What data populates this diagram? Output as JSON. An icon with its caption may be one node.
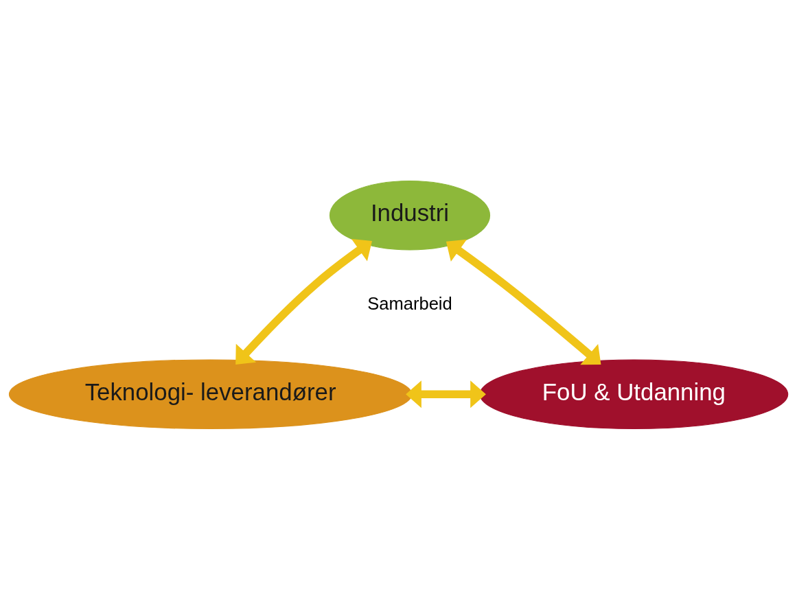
{
  "diagram": {
    "nodes": [
      {
        "text": [
          "Industri"
        ]
      },
      {
        "text": [
          "Teknologi- leverandører"
        ]
      },
      {
        "text": [
          "FoU & Utdanning"
        ]
      }
    ],
    "edges": [
      {
        "from": 0,
        "to": 1,
        "arrow": "both"
      },
      {
        "from": 0,
        "to": 2,
        "arrow": "both"
      },
      {
        "from": 1,
        "to": 2,
        "arrow": "both"
      }
    ],
    "labels": [
      "Samarbeid"
    ]
  }
}
